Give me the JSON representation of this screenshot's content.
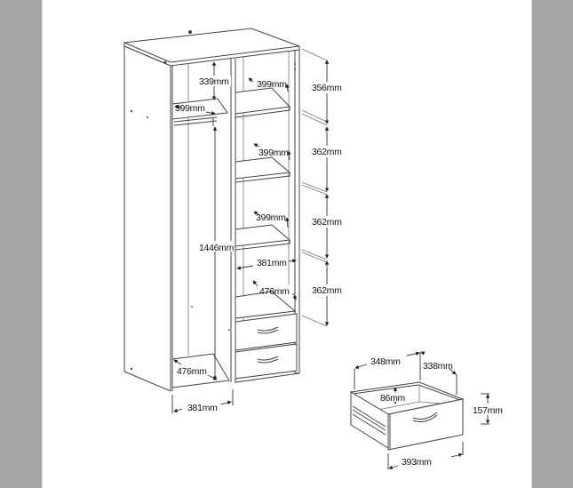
{
  "diagram": {
    "type": "furniture-dimension-drawing",
    "colors": {
      "background_margin": "#a6a6a6",
      "page": "#ffffff",
      "line": "#444444",
      "text": "#111111"
    },
    "wardrobe": {
      "labels": {
        "top_hanging_clearance": "339mm",
        "hanging_shelf_depth": "399mm",
        "hanging_height": "1446mm",
        "left_bottom_depth": "476mm",
        "left_width": "381mm",
        "shelf1_depth": "399mm",
        "shelf2_depth": "399mm",
        "shelf3_depth": "399mm",
        "right_inner_width": "381mm",
        "right_bottom_depth": "476mm"
      },
      "vertical_spacing": [
        "356mm",
        "362mm",
        "362mm",
        "362mm"
      ]
    },
    "drawer": {
      "labels": {
        "inner_width": "348mm",
        "depth": "338mm",
        "inner_height": "86mm",
        "height": "157mm",
        "front_width": "393mm"
      }
    }
  }
}
